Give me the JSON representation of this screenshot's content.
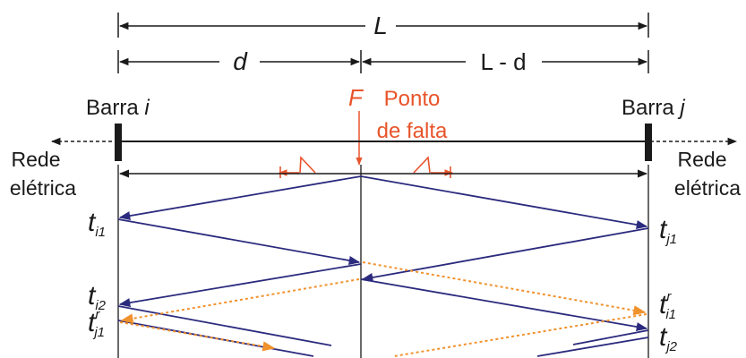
{
  "dimensions": {
    "total": "L",
    "left": "d",
    "right": "L - d"
  },
  "fault": {
    "symbol": "F",
    "label_line1": "Ponto",
    "label_line2": "de falta"
  },
  "bus_i": {
    "prefix": "Barra ",
    "name": "i"
  },
  "bus_j": {
    "prefix": "Barra ",
    "name": "j"
  },
  "network_left": {
    "line1": "Rede",
    "line2": "elétrica"
  },
  "network_right": {
    "line1": "Rede",
    "line2": "elétrica"
  },
  "times_left": {
    "ti1": {
      "base": "t",
      "sub": "i1"
    },
    "ti2": {
      "base": "t",
      "sub": "i2"
    },
    "tj1r": {
      "base": "t",
      "sub": "j1",
      "sup": "r"
    }
  },
  "times_right": {
    "tj1": {
      "base": "t",
      "sub": "j1"
    },
    "ti1r": {
      "base": "t",
      "sub": "i1",
      "sup": "r"
    },
    "tj2": {
      "base": "t",
      "sub": "j2"
    }
  },
  "colors": {
    "line": "#1a1a1a",
    "wave_primary": "#2b2a7e",
    "wave_reflected": "#f0922e",
    "fault_accent": "#e8542a"
  }
}
